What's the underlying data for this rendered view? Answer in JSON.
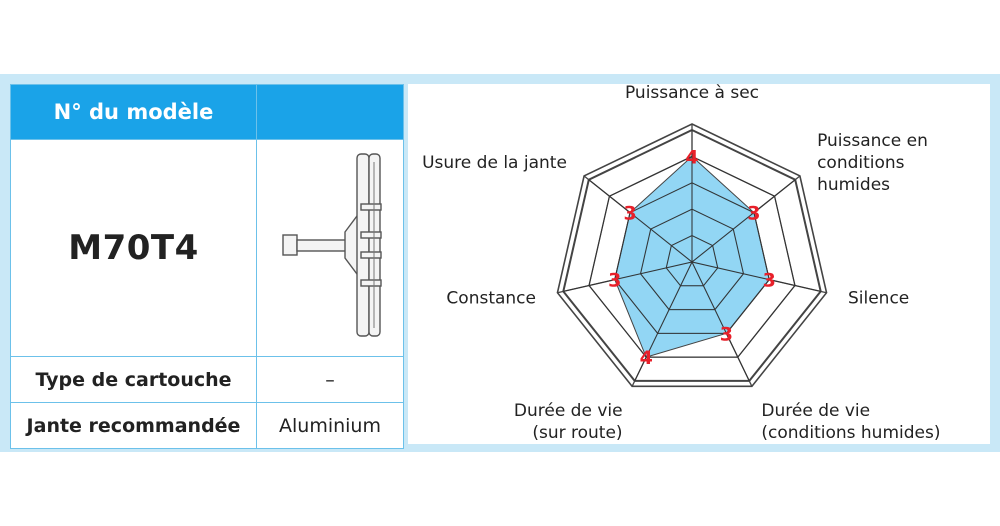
{
  "table": {
    "header_label": "N° du modèle",
    "model": "M70T4",
    "rows": [
      {
        "label": "Type de cartouche",
        "value": "–"
      },
      {
        "label": "Jante recommandée",
        "value": "Aluminium"
      }
    ]
  },
  "colors": {
    "header": "#1aa3e8",
    "border": "#6cc1ea",
    "frame": "#c9e8f7",
    "fill": "#7fcff2",
    "value_text": "#e8202a"
  },
  "icons": {
    "product": "brake-pad-icon"
  },
  "chart_data": {
    "type": "radar",
    "axes": [
      {
        "label": [
          "Puissance à sec"
        ],
        "value": 4
      },
      {
        "label": [
          "Puissance en",
          "conditions",
          "humides"
        ],
        "value": 3
      },
      {
        "label": [
          "Silence"
        ],
        "value": 3
      },
      {
        "label": [
          "Durée de vie",
          "(conditions humides)"
        ],
        "value": 3
      },
      {
        "label": [
          "Durée de vie",
          "(sur route)"
        ],
        "value": 4
      },
      {
        "label": [
          "Constance"
        ],
        "value": 3
      },
      {
        "label": [
          "Usure de la jante"
        ],
        "value": 3
      }
    ],
    "scale_max": 5,
    "rings": 5
  }
}
